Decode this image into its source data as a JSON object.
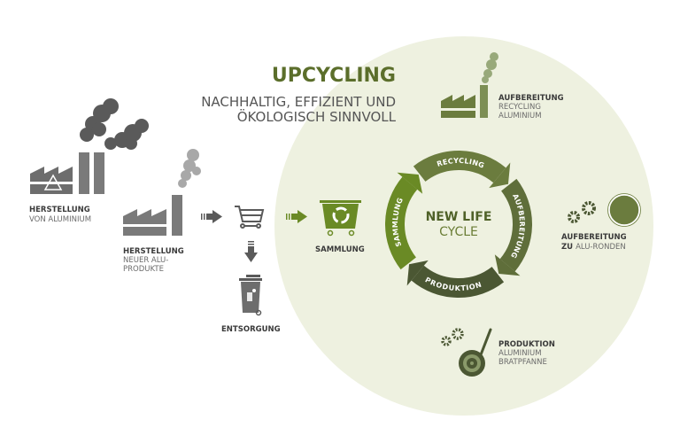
{
  "title": "UPCYCLING",
  "subtitle": [
    "NACHHALTIG, EFFIZIENT UND",
    "ÖKOLOGISCH SINNVOLL"
  ],
  "colors": {
    "background_circle": "#eef1e0",
    "title_green": "#5b6e2b",
    "ring_top": "#6b7c3e",
    "ring_right": "#5f6e3a",
    "ring_bottom": "#4b5733",
    "ring_left": "#6a8a25",
    "gray_dark": "#5a5a5a",
    "gray_light": "#9a9a9a"
  },
  "left_steps": {
    "herstellung_aluminium": {
      "bold": "HERSTELLUNG",
      "rest": "VON ALUMINIUM",
      "icon": "factory-power-icon"
    },
    "herstellung_produkte": {
      "bold": "HERSTELLUNG",
      "lines": [
        "NEUER ALU-",
        "PRODUKTE"
      ],
      "icon": "factory-icon"
    },
    "kauf": {
      "icon": "shopping-cart-icon"
    },
    "entsorgung": {
      "bold": "ENTSORGUNG",
      "icon": "trash-bin-icon"
    },
    "sammlung": {
      "bold": "SAMMLUNG",
      "icon": "recycling-container-icon"
    }
  },
  "cycle": {
    "center": [
      "NEW LIFE",
      "CYCLE"
    ],
    "segments": [
      "RECYCLING",
      "AUFBEREITUNG",
      "PRODUKTION",
      "SAMMLUNG"
    ]
  },
  "right_steps": {
    "aufbereitung_recycling": {
      "bold": "AUFBEREITUNG",
      "lines": [
        "RECYCLING",
        "ALUMINIUM"
      ],
      "icon": "factory-green-icon"
    },
    "aufbereitung_ronden": {
      "bold": "AUFBEREITUNG",
      "bold2": "ZU",
      "rest": "ALU-RONDEN",
      "icon": "gears-disc-icon"
    },
    "produktion": {
      "bold": "PRODUKTION",
      "lines": [
        "ALUMINIUM",
        "BRATPFANNE"
      ],
      "icon": "frying-pan-icon"
    }
  }
}
